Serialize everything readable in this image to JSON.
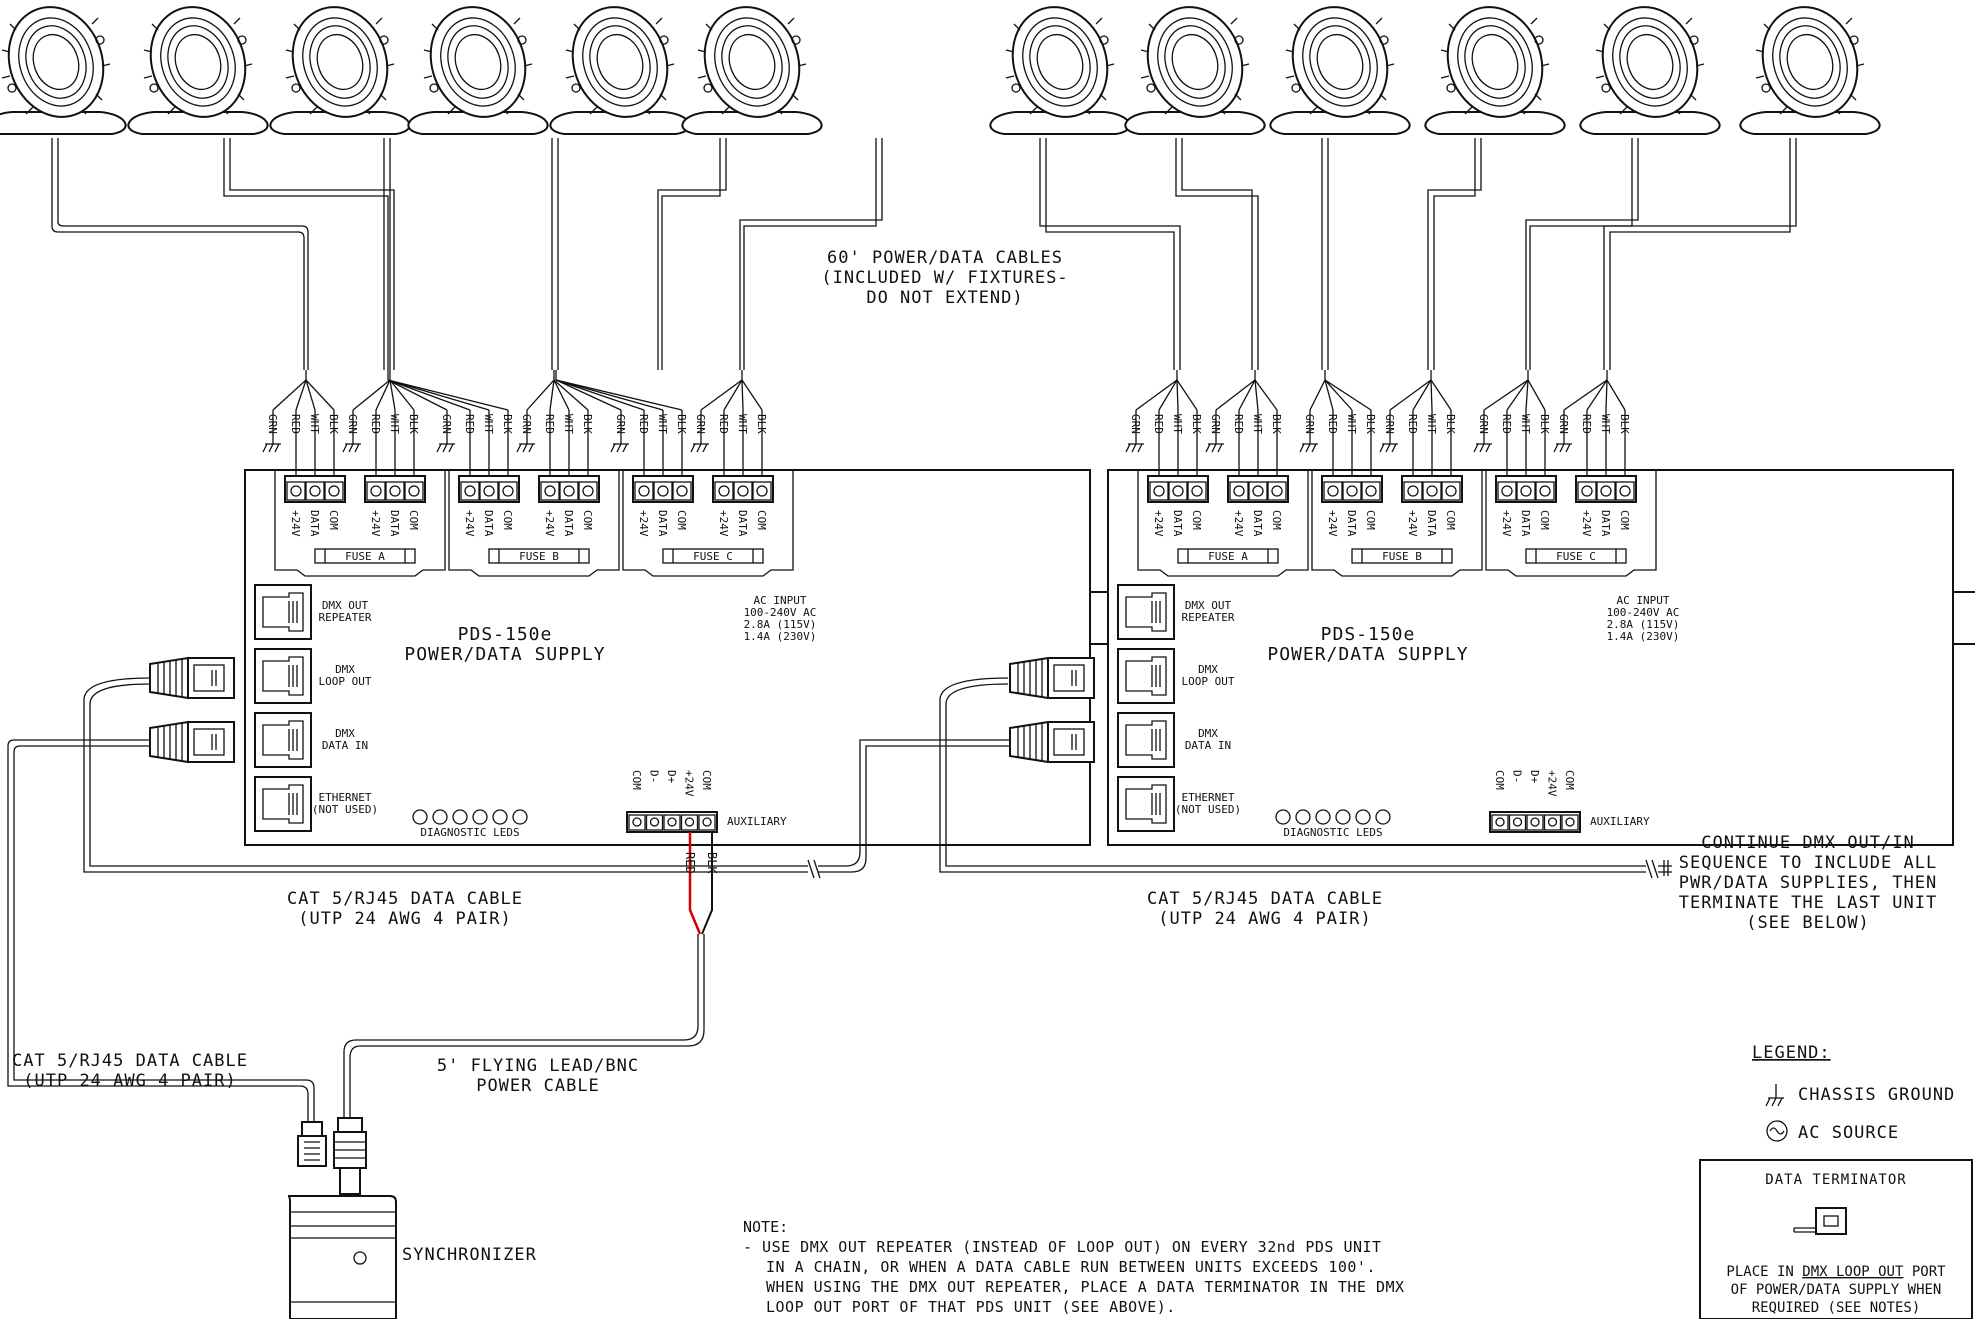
{
  "cable_note": {
    "line1": "60' POWER/DATA CABLES",
    "line2": "(INCLUDED W/ FIXTURES-",
    "line3": "DO NOT EXTEND)"
  },
  "wire_labels": [
    "GRN",
    "RED",
    "WHT",
    "BLK"
  ],
  "terminal_labels": [
    "+24V",
    "DATA",
    "COM"
  ],
  "fuses": [
    "FUSE A",
    "FUSE B",
    "FUSE C"
  ],
  "supply": {
    "model": "PDS-150e",
    "name": "POWER/DATA SUPPLY",
    "ports": {
      "dmx_out_1": "DMX OUT",
      "dmx_out_2": "REPEATER",
      "dmx_loop_1": "DMX",
      "dmx_loop_2": "LOOP OUT",
      "dmx_in_1": "DMX",
      "dmx_in_2": "DATA IN",
      "eth_1": "ETHERNET",
      "eth_2": "(NOT USED)"
    },
    "ac_input": [
      "AC INPUT",
      "100-240V AC",
      "2.8A (115V)",
      "1.4A (230V)"
    ],
    "diagnostic": "DIAGNOSTIC LEDS",
    "auxiliary": "AUXILIARY",
    "aux_terminals": [
      "COM",
      "D-",
      "D+",
      "+24V",
      "COM"
    ]
  },
  "aux_wires": [
    "RED",
    "BLK"
  ],
  "data_cable": {
    "line1": "CAT 5/RJ45 DATA CABLE",
    "line2": "(UTP 24 AWG 4 PAIR)"
  },
  "continue_note": [
    "CONTINUE DMX OUT/IN",
    "SEQUENCE TO INCLUDE ALL",
    "PWR/DATA SUPPLIES, THEN",
    "TERMINATE THE LAST UNIT",
    "(SEE BELOW)"
  ],
  "sync_cable": {
    "line1": "CAT 5/RJ45 DATA CABLE",
    "line2": "(UTP 24 AWG 4 PAIR)"
  },
  "flying_lead": {
    "line1": "5' FLYING LEAD/BNC",
    "line2": "POWER CABLE"
  },
  "synchronizer": "SYNCHRONIZER",
  "legend": {
    "title": "LEGEND:",
    "ground": "CHASSIS GROUND",
    "ac": "AC SOURCE"
  },
  "terminator": {
    "title": "DATA TERMINATOR",
    "line1_pre": "PLACE IN ",
    "line1_ul": "DMX LOOP OUT",
    "line1_post": " PORT",
    "line2": "OF POWER/DATA SUPPLY WHEN",
    "line3": "REQUIRED (SEE NOTES)"
  },
  "note": {
    "title": "NOTE:",
    "line1": "- USE DMX OUT REPEATER (INSTEAD OF LOOP OUT) ON EVERY 32nd PDS UNIT",
    "line2": "IN A CHAIN, OR WHEN A DATA CABLE RUN BETWEEN UNITS EXCEEDS 100'.",
    "line3": "WHEN USING THE DMX OUT REPEATER, PLACE A DATA TERMINATOR IN THE DMX",
    "line4": "LOOP OUT PORT OF THAT PDS UNIT (SEE ABOVE)."
  }
}
